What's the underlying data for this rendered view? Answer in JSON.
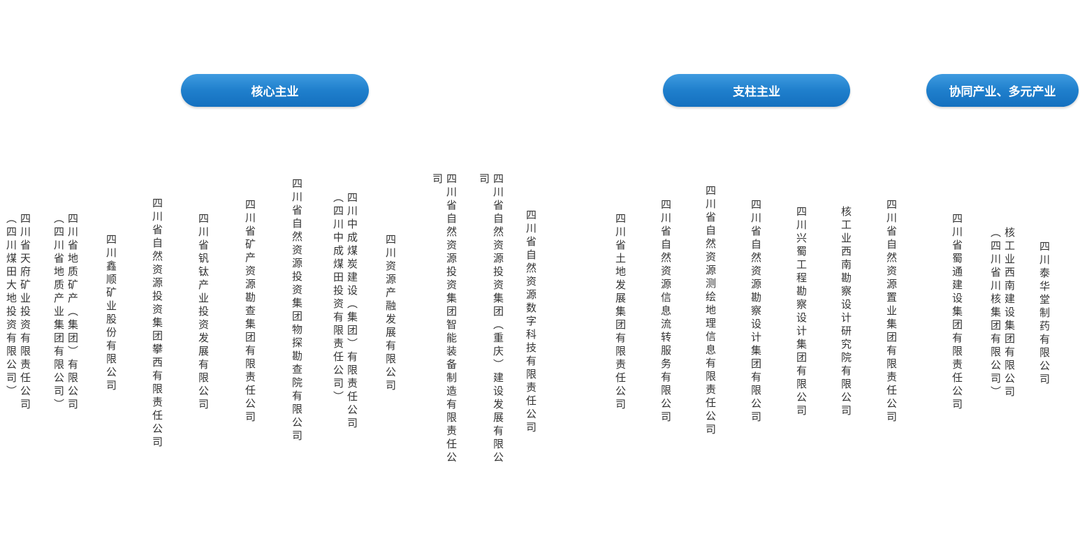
{
  "categories": {
    "core": "核心主业",
    "pillar": "支柱主业",
    "synergy": "协同产业、多元产业"
  },
  "companies": [
    {
      "name": "四川省天府矿业投资有限责任公司\n（四川煤田大地投资有限公司）"
    },
    {
      "name": "四川省地质矿产（集团）有限公司\n（四川省地质产业集团有限公司）"
    },
    {
      "name": "四川鑫顺矿业股份有限公司"
    },
    {
      "name": "四川省自然资源投资集团攀西有限责任公司"
    },
    {
      "name": "四川省钒钛产业投资发展有限公司"
    },
    {
      "name": "四川省矿产资源勘查集团有限责任公司"
    },
    {
      "name": "四川省自然资源投资集团物探勘查院有限公司"
    },
    {
      "name": "四川中成煤炭建设（集团）有限责任公司\n（四川中成煤田投资有限责任公司）"
    },
    {
      "name": "四川资源产融发展有限公司"
    },
    {
      "name": "四川省自然资源投资集团智能装备制造有限责任公司"
    },
    {
      "name": "四川省自然资源投资集团（重庆）建设发展有限公司"
    },
    {
      "name": "四川省自然资源数字科技有限责任公司"
    },
    {
      "name": "四川省土地发展集团有限责任公司"
    },
    {
      "name": "四川省自然资源信息流转服务有限公司"
    },
    {
      "name": "四川省自然资源测绘地理信息有限责任公司"
    },
    {
      "name": "四川省自然资源勘察设计集团有限公司"
    },
    {
      "name": "四川兴蜀工程勘察设计集团有限公司"
    },
    {
      "name": "核工业西南勘察设计研究院有限公司"
    },
    {
      "name": "四川省自然资源置业集团有限责任公司"
    },
    {
      "name": "四川省蜀通建设集团有限责任公司"
    },
    {
      "name": "核工业西南建设集团有限公司\n（四川省川核集团有限公司）"
    },
    {
      "name": "四川泰华堂制药有限公司"
    }
  ]
}
